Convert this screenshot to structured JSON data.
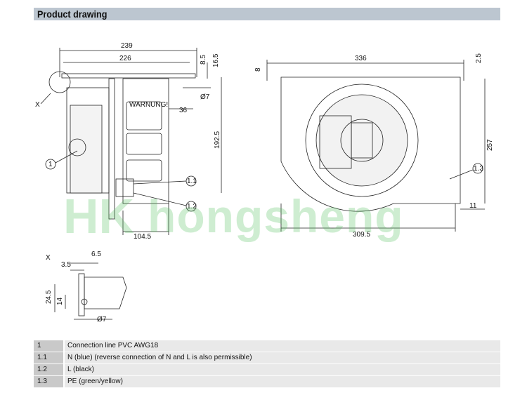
{
  "header": {
    "title": "Product drawing"
  },
  "side_view": {
    "dims": {
      "w239": "239",
      "w226": "226",
      "h8_5": "8.5",
      "h16_5": "16.5",
      "d7": "Ø7",
      "d36": "36",
      "h192_5": "192.5",
      "w104_5": "104.5"
    },
    "callouts": {
      "x": "X",
      "c1": "1",
      "c1_1": "1.1",
      "c1_2": "1.2"
    },
    "label_warning": "WARNUNG!"
  },
  "front_view": {
    "dims": {
      "w336": "336",
      "h8": "8",
      "h2_5": "2.5",
      "h257": "257",
      "h11": "11",
      "w309_5": "309.5"
    },
    "callouts": {
      "c1_3": "1.3"
    }
  },
  "detail_x": {
    "label": "X",
    "dims": {
      "d6_5": "6.5",
      "d3_5": "3.5",
      "h24_5": "24.5",
      "h14": "14",
      "d7": "Ø7"
    }
  },
  "watermark": {
    "text": "hongsheng",
    "logo": "HK"
  },
  "legend": [
    {
      "id": "1",
      "text": "Connection line PVC AWG18"
    },
    {
      "id": "1.1",
      "text": "N (blue) (reverse connection of N and L is also permissible)"
    },
    {
      "id": "1.2",
      "text": "L (black)"
    },
    {
      "id": "1.3",
      "text": "PE (green/yellow)"
    }
  ]
}
